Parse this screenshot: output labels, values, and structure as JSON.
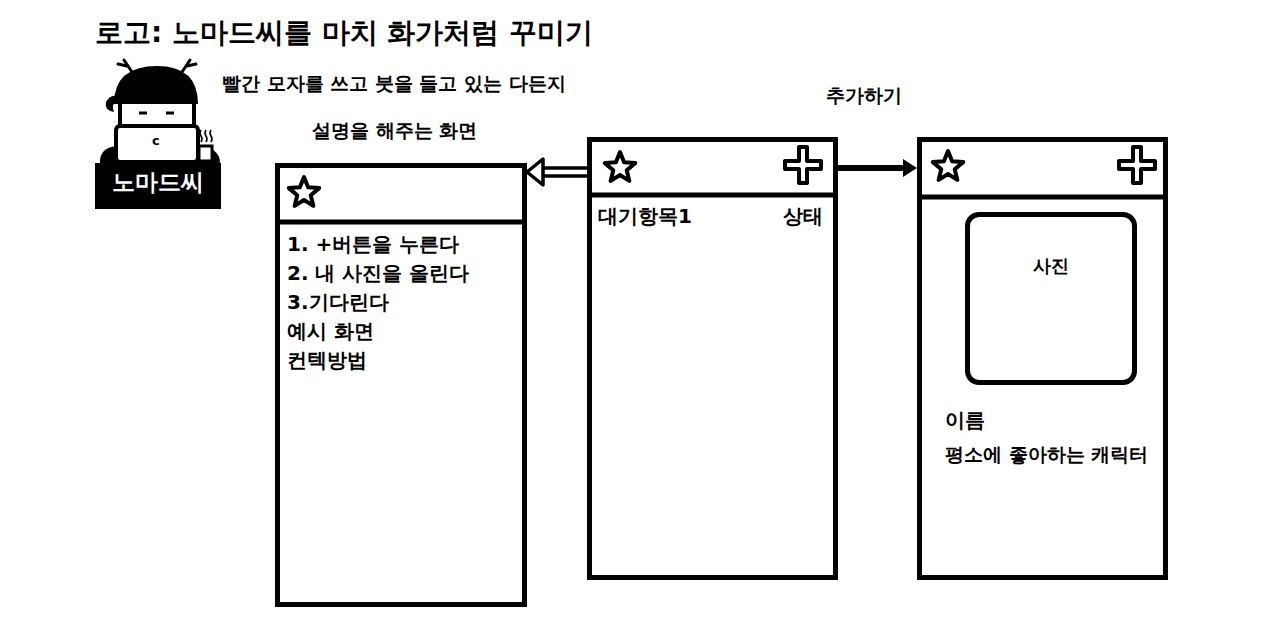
{
  "diagram": {
    "title": "로고: 노마드씨를 마치 화가처럼 꾸미기",
    "nodes": [
      {
        "text": [
          "노마드씨"
        ]
      },
      {
        "text": [
          "설명을 해주는 화면",
          "1. +버튼을 누른다",
          "2. 내 사진을 올린다",
          "3.기다린다",
          "예시 화면",
          "컨텍방법"
        ]
      },
      {
        "text": [
          "대기항목1",
          "상태"
        ]
      },
      {
        "text": [
          "이름",
          "평소에 좋아하는 캐릭터"
        ]
      },
      {
        "text": [
          "사진"
        ],
        "in": 3
      }
    ],
    "edges": [
      {
        "from": 2,
        "to": 1,
        "arrow": "to"
      },
      {
        "from": 2,
        "to": 3,
        "arrow": "to"
      }
    ],
    "labels": [
      "빨간 모자를 쓰고 붓을 들고 있는 다든지",
      "추가하기",
      "c"
    ]
  }
}
